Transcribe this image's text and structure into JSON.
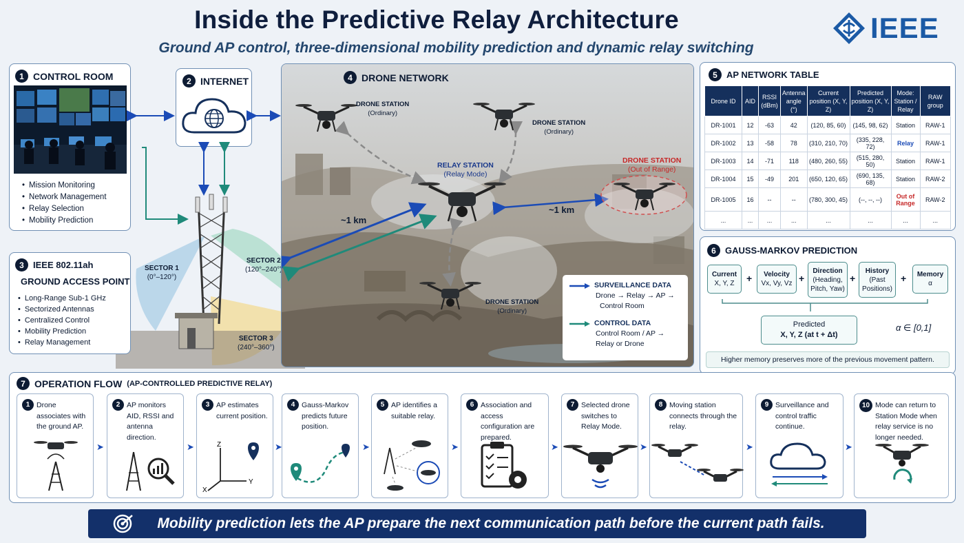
{
  "title": "Inside the Predictive Relay Architecture",
  "subtitle": "Ground AP control, three-dimensional mobility prediction and dynamic relay switching",
  "logo": {
    "text": "IEEE",
    "icon": "ieee-diamond-icon",
    "color": "#1b5aa5"
  },
  "control_room": {
    "number": "1",
    "title": "CONTROL ROOM",
    "items": [
      "Mission Monitoring",
      "Network Management",
      "Relay Selection",
      "Mobility Prediction"
    ]
  },
  "internet": {
    "number": "2",
    "title": "INTERNET",
    "icon": "cloud-globe-icon"
  },
  "ground_ap": {
    "number": "3",
    "title_line1": "IEEE 802.11ah",
    "title_line2": "GROUND ACCESS POINT",
    "items": [
      "Long-Range Sub-1 GHz",
      "Sectorized Antennas",
      "Centralized Control",
      "Mobility Prediction",
      "Relay Management"
    ],
    "sectors": [
      {
        "name": "SECTOR 1",
        "range": "(0°–120°)",
        "color": "#a9cde6"
      },
      {
        "name": "SECTOR 2",
        "range": "(120°–240°)",
        "color": "#a9dbc8"
      },
      {
        "name": "SECTOR 3",
        "range": "(240°–360°)",
        "color": "#f2dc9a"
      }
    ]
  },
  "drone_network": {
    "number": "4",
    "title": "DRONE NETWORK",
    "stations": [
      {
        "label": "DRONE STATION",
        "sub": "(Ordinary)"
      },
      {
        "label": "DRONE STATION",
        "sub": "(Ordinary)"
      },
      {
        "label": "RELAY STATION",
        "sub": "(Relay Mode)"
      },
      {
        "label": "DRONE STATION",
        "sub": "(Out of Range)"
      },
      {
        "label": "DRONE STATION",
        "sub": "(Ordinary)"
      }
    ],
    "distance_left": "~1 km",
    "distance_right": "~1 km",
    "legend": {
      "surveillance_title": "SURVEILLANCE DATA",
      "surveillance_line1": "Drone → Relay → AP →",
      "surveillance_line2": "Control Room",
      "control_title": "CONTROL DATA",
      "control_line1": "Control Room / AP →",
      "control_line2": "Relay or Drone",
      "surveillance_color": "#1b4bb6",
      "control_color": "#1f8a7a"
    }
  },
  "ap_table": {
    "number": "5",
    "title": "AP NETWORK TABLE",
    "headers": [
      "Drone ID",
      "AID",
      "RSSI (dBm)",
      "Antenna angle (°)",
      "Current position (X, Y, Z)",
      "Predicted position (X, Y, Z)",
      "Mode: Station / Relay",
      "RAW group"
    ],
    "rows": [
      [
        "DR-1001",
        "12",
        "-63",
        "42",
        "(120, 85, 60)",
        "(145, 98, 62)",
        "Station",
        "RAW-1"
      ],
      [
        "DR-1002",
        "13",
        "-58",
        "78",
        "(310, 210, 70)",
        "(335, 228, 72)",
        "Relay",
        "RAW-1"
      ],
      [
        "DR-1003",
        "14",
        "-71",
        "118",
        "(480, 260, 55)",
        "(515, 280, 50)",
        "Station",
        "RAW-1"
      ],
      [
        "DR-1004",
        "15",
        "-49",
        "201",
        "(650, 120, 65)",
        "(690, 135, 68)",
        "Station",
        "RAW-2"
      ],
      [
        "DR-1005",
        "16",
        "--",
        "--",
        "(780, 300, 45)",
        "(--, --, --)",
        "Out of Range",
        "RAW-2"
      ],
      [
        "...",
        "...",
        "...",
        "...",
        "...",
        "...",
        "...",
        "..."
      ]
    ]
  },
  "gauss_markov": {
    "number": "6",
    "title": "GAUSS-MARKOV PREDICTION",
    "inputs": [
      {
        "line1": "Current",
        "line2": "X, Y, Z"
      },
      {
        "line1": "Velocity",
        "line2": "Vx, Vy, Vz"
      },
      {
        "line1": "Direction",
        "line2": "(Heading,",
        "line3": "Pitch, Yaw)"
      },
      {
        "line1": "History",
        "line2": "(Past",
        "line3": "Positions)"
      },
      {
        "line1": "Memory",
        "line2": "α"
      }
    ],
    "output_line1": "Predicted",
    "output_line2": "X, Y, Z (at t + Δt)",
    "alpha": "α ∈ [0,1]",
    "note": "Higher memory preserves more of the previous movement pattern."
  },
  "operation_flow": {
    "number": "7",
    "title": "OPERATION FLOW",
    "title_suffix": "(AP-CONTROLLED PREDICTIVE RELAY)",
    "steps": [
      {
        "n": "1",
        "text": "Drone associates with the ground AP."
      },
      {
        "n": "2",
        "text": "AP monitors AID, RSSI and antenna direction."
      },
      {
        "n": "3",
        "text": "AP estimates current position."
      },
      {
        "n": "4",
        "text": "Gauss-Markov predicts future position."
      },
      {
        "n": "5",
        "text": "AP identifies a suitable relay."
      },
      {
        "n": "6",
        "text": "Association and access configuration are prepared."
      },
      {
        "n": "7",
        "text": "Selected drone switches to Relay Mode."
      },
      {
        "n": "8",
        "text": "Moving station connects through the relay."
      },
      {
        "n": "9",
        "text": "Surveillance and control traffic continue."
      },
      {
        "n": "10",
        "text": "Mode can return to Station Mode when relay service is no longer needed."
      }
    ],
    "axis_labels": {
      "z": "Z",
      "y": "Y",
      "x": "X"
    }
  },
  "banner": {
    "text": "Mobility prediction lets the AP prepare the next communication path before the current path fails.",
    "icon": "target-icon"
  }
}
